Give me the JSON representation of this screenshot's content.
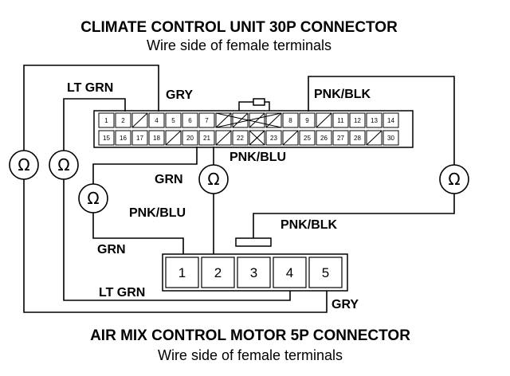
{
  "title_top": "CLIMATE CONTROL UNIT 30P CONNECTOR",
  "subtitle_top": "Wire side of female terminals",
  "title_bottom": "AIR MIX CONTROL MOTOR 5P CONNECTOR",
  "subtitle_bottom": "Wire side of female terminals",
  "ohm_symbol": "Ω",
  "wire_labels": {
    "lt_grn_top": "LT GRN",
    "gry_top": "GRY",
    "pnk_blk_top": "PNK/BLK",
    "grn_mid": "GRN",
    "pnk_blu_mid": "PNK/BLU",
    "pnk_blu_left": "PNK/BLU",
    "pnk_blk_mid": "PNK/BLK",
    "grn_low": "GRN",
    "lt_grn_low": "LT GRN",
    "gry_low": "GRY"
  },
  "connector30_row1": [
    "1",
    "2",
    "",
    "4",
    "5",
    "6",
    "7",
    "",
    "",
    "",
    "",
    "8",
    "9",
    "",
    "11",
    "12",
    "13",
    "14"
  ],
  "connector30_row2": [
    "15",
    "16",
    "17",
    "18",
    "",
    "20",
    "21",
    "",
    "22",
    "",
    "23",
    "",
    "25",
    "26",
    "27",
    "28",
    "",
    "30"
  ],
  "connector5_pins": [
    "1",
    "2",
    "3",
    "4",
    "5"
  ]
}
